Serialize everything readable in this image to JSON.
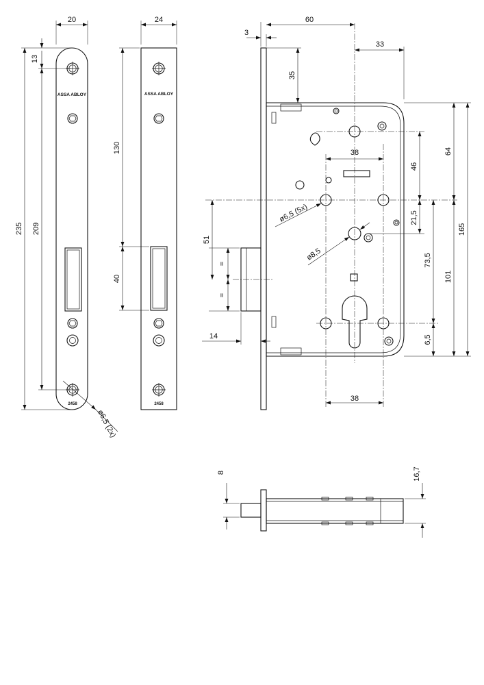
{
  "brand": {
    "plate_1": "ASSA ABLOY",
    "plate_2": "ASSA ABLOY"
  },
  "codes": {
    "plate_1": "2458",
    "plate_2": "2458"
  },
  "dims": {
    "plate1_width": "20",
    "plate1_top_hole": "13",
    "plate1_length": "235",
    "plate1_hole_spacing": "209",
    "plate1_hole_dia": "ø6,5 (2x)",
    "plate2_width": "24",
    "plate2_130": "130",
    "plate2_40": "40",
    "body_depth": "60",
    "front_thk": "3",
    "top_33": "33",
    "top_35": "35",
    "spacing_38_top": "38",
    "hole_dia_5x": "ø6,5 (5x)",
    "spindle_dia": "ø8,5",
    "v_51": "51",
    "eq_1": "=",
    "eq_2": "=",
    "latch_14": "14",
    "r_64": "64",
    "r_46": "46",
    "r_21_5": "21,5",
    "r_73_5": "73,5",
    "r_101": "101",
    "r_165": "165",
    "r_6_5": "6,5",
    "spacing_38_bottom": "38",
    "side_8": "8",
    "side_16_7": "16,7"
  }
}
